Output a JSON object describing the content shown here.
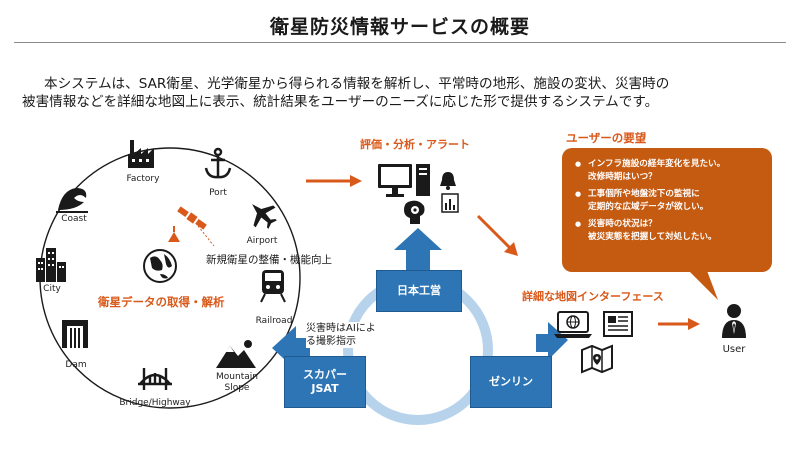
{
  "title": "衛星防災情報サービスの概要",
  "intro": {
    "line1": "本システムは、SAR衛星、光学衛星から得られる情報を解析し、平常時の地形、施設の変状、災害時の",
    "line2": "被害情報などを詳細な地図上に表示、統計結果をユーザーのニーズに応じた形で提供するシステムです。"
  },
  "cycle": {
    "heading": "衛星データの取得・解析",
    "new_satellite": "新規衛星の整備・機能向上",
    "sites": {
      "factory": "Factory",
      "port": "Port",
      "coast": "Coast",
      "airport": "Airport",
      "city": "City",
      "railroad": "Railroad",
      "dam": "Dam",
      "mountain_slope_1": "Mountain",
      "mountain_slope_2": "Slope",
      "bridge": "Bridge/Highway"
    }
  },
  "evaluation_heading": "評価・分析・アラート",
  "companies": {
    "nippon_koei": "日本工営",
    "sky_perfect_1": "スカパー",
    "sky_perfect_2": "JSAT",
    "zenrin": "ゼンリン"
  },
  "ai_note": {
    "line1": "災害時はAIによ",
    "line2": "る撮影指示"
  },
  "map_interface_heading": "詳細な地図インターフェース",
  "user_needs": {
    "heading": "ユーザーの要望",
    "items": [
      {
        "line1": "インフラ施設の経年変化を見たい。",
        "line2": "改修時期はいつ？"
      },
      {
        "line1": "工事個所や地盤沈下の監視に",
        "line2": "定期的な広域データが欲しい。"
      },
      {
        "line1": "災害時の状況は？",
        "line2": "被災実態を把握して対処したい。"
      }
    ]
  },
  "user_label": "User",
  "colors": {
    "orange": "#d9591a",
    "bubble": "#c55a11",
    "blue_box": "#2e75b6",
    "ring": "#b7d3ec",
    "icon_dark": "#1a1a1a"
  }
}
